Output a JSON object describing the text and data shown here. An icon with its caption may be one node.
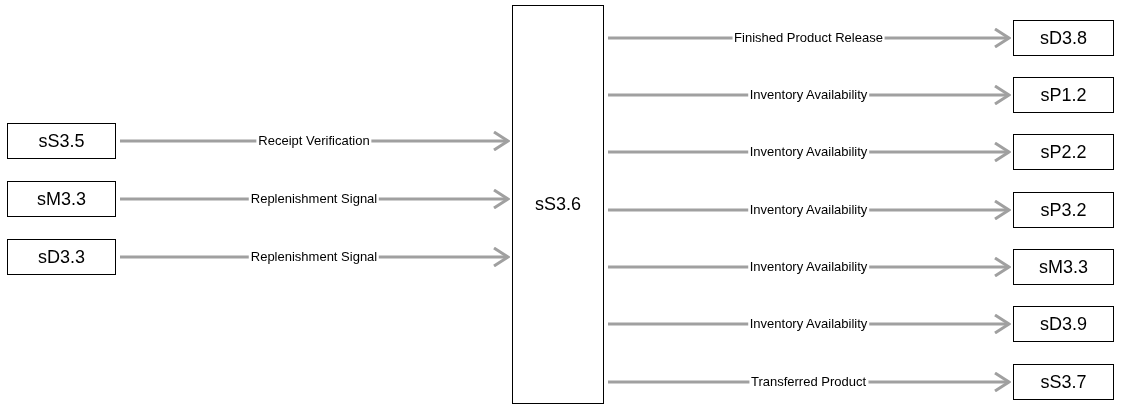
{
  "diagram": {
    "nodes": [
      {
        "text": [
          "sS3.5"
        ]
      },
      {
        "text": [
          "sM3.3"
        ]
      },
      {
        "text": [
          "sD3.3"
        ]
      },
      {
        "text": [
          "sS3.6"
        ]
      },
      {
        "text": [
          "sD3.8"
        ]
      },
      {
        "text": [
          "sP1.2"
        ]
      },
      {
        "text": [
          "sP2.2"
        ]
      },
      {
        "text": [
          "sP3.2"
        ]
      },
      {
        "text": [
          "sM3.3"
        ]
      },
      {
        "text": [
          "sD3.9"
        ]
      },
      {
        "text": [
          "sS3.7"
        ]
      }
    ],
    "edges": [
      {
        "from": 0,
        "to": 3,
        "arrow": "to",
        "label": "Receipt Verification"
      },
      {
        "from": 1,
        "to": 3,
        "arrow": "to",
        "label": "Replenishment Signal"
      },
      {
        "from": 2,
        "to": 3,
        "arrow": "to",
        "label": "Replenishment Signal"
      },
      {
        "from": 3,
        "to": 4,
        "arrow": "to",
        "label": "Finished Product Release"
      },
      {
        "from": 3,
        "to": 5,
        "arrow": "to",
        "label": "Inventory Availability"
      },
      {
        "from": 3,
        "to": 6,
        "arrow": "to",
        "label": "Inventory Availability"
      },
      {
        "from": 3,
        "to": 7,
        "arrow": "to",
        "label": "Inventory Availability"
      },
      {
        "from": 3,
        "to": 8,
        "arrow": "to",
        "label": "Inventory Availability"
      },
      {
        "from": 3,
        "to": 9,
        "arrow": "to",
        "label": "Inventory Availability"
      },
      {
        "from": 3,
        "to": 10,
        "arrow": "to",
        "label": "Transferred Product"
      }
    ]
  }
}
